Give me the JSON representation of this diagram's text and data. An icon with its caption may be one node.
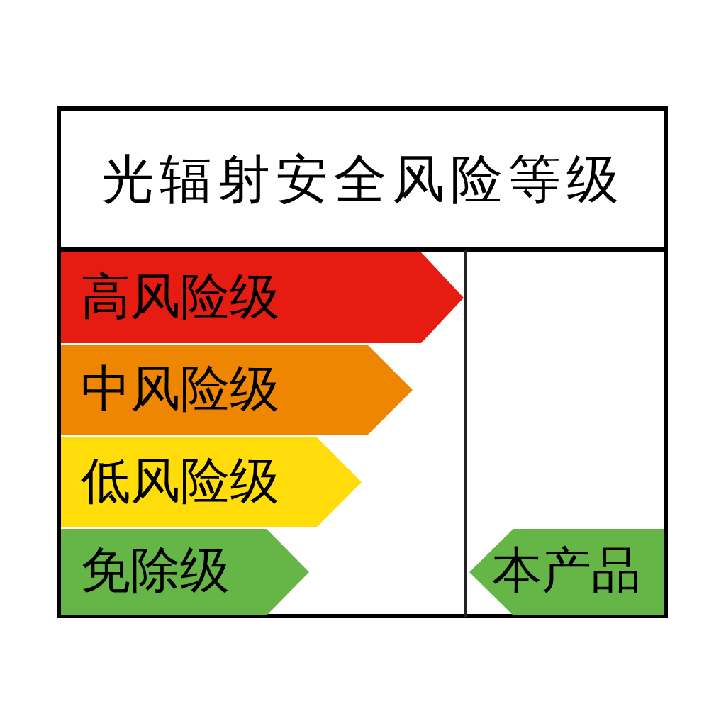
{
  "diagram": {
    "title": "光辐射安全风险等级",
    "nodes": [
      {
        "text": [
          "高风险级"
        ]
      },
      {
        "text": [
          "中风险级"
        ]
      },
      {
        "text": [
          "低风险级"
        ]
      },
      {
        "text": [
          "免除级"
        ]
      },
      {
        "text": [
          "本产品"
        ]
      }
    ]
  }
}
